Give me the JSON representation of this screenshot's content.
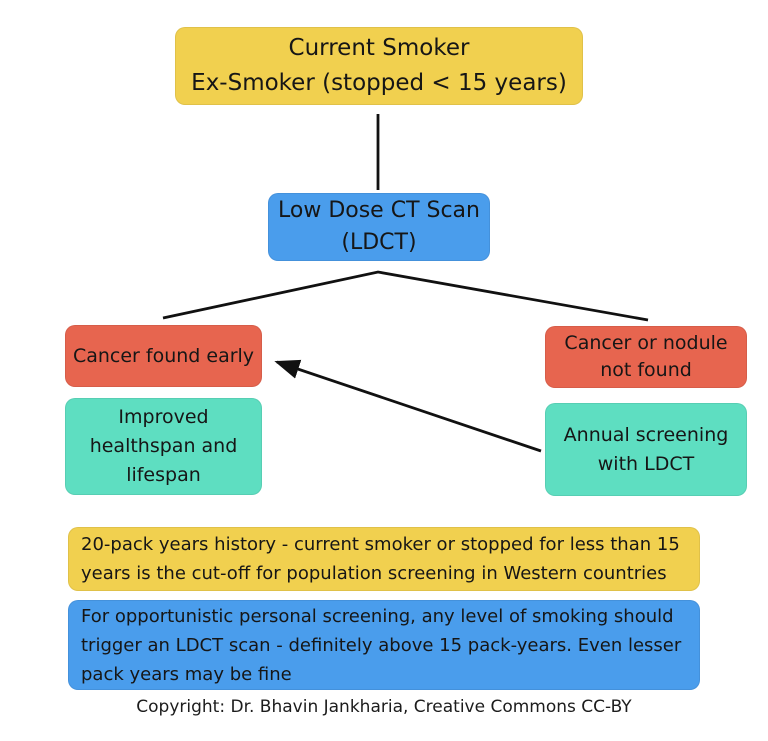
{
  "flowchart": {
    "eligibility_box": {
      "text": "Current Smoker\nEx-Smoker (stopped < 15 years)"
    },
    "ldct_box": {
      "text": "Low Dose CT Scan\n(LDCT)"
    },
    "cancer_found_box": {
      "text": "Cancer found early"
    },
    "cancer_not_found_box": {
      "text": "Cancer or nodule\nnot found"
    },
    "improved_box": {
      "text": "Improved\nhealthspan and\nlifespan"
    },
    "annual_screening_box": {
      "text": "Annual screening\nwith LDCT"
    },
    "note_population": {
      "text": "20-pack years history - current smoker or stopped for less than 15\nyears is the cut-off for population screening in Western countries"
    },
    "note_opportunistic": {
      "text": "For opportunistic personal screening, any level of smoking should\ntrigger an LDCT scan - definitely above 15 pack-years. Even lesser\npack years may be fine"
    },
    "copyright": "Copyright: Dr. Bhavin Jankharia, Creative Commons CC-BY"
  },
  "colors": {
    "yellow": "#F1D04F",
    "blue": "#4A9DEC",
    "red": "#E7654F",
    "teal": "#5EDEC1",
    "line": "#111111"
  }
}
